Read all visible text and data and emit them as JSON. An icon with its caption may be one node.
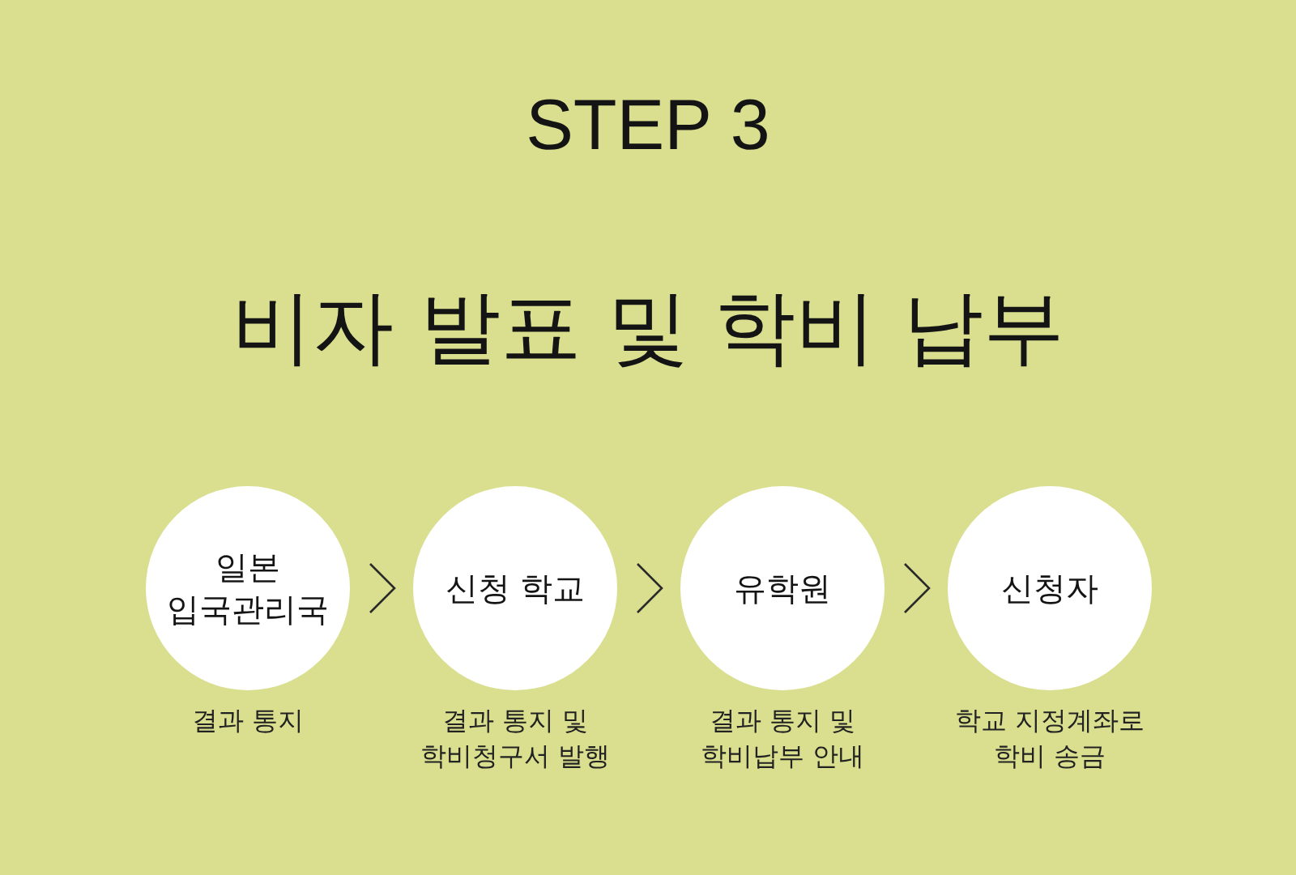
{
  "diagram": {
    "title": "비자 발표 및 학비 납부",
    "nodes": [
      {
        "text": [
          "일본 입국관리국"
        ],
        "beside": [
          "결과 통지"
        ]
      },
      {
        "text": [
          "신청 학교"
        ],
        "beside": [
          "결과 통지 및 학비청구서 발행"
        ]
      },
      {
        "text": [
          "유학원"
        ],
        "beside": [
          "결과 통지 및 학비납부 안내"
        ]
      },
      {
        "text": [
          "신청자"
        ],
        "beside": [
          "학교 지정계좌로 학비 송금"
        ]
      }
    ],
    "edges": [
      {
        "from": 0,
        "to": 1,
        "arrow": "to"
      },
      {
        "from": 1,
        "to": 2,
        "arrow": "to"
      },
      {
        "from": 2,
        "to": 3,
        "arrow": "to"
      }
    ],
    "labels": [
      "STEP 3"
    ]
  }
}
